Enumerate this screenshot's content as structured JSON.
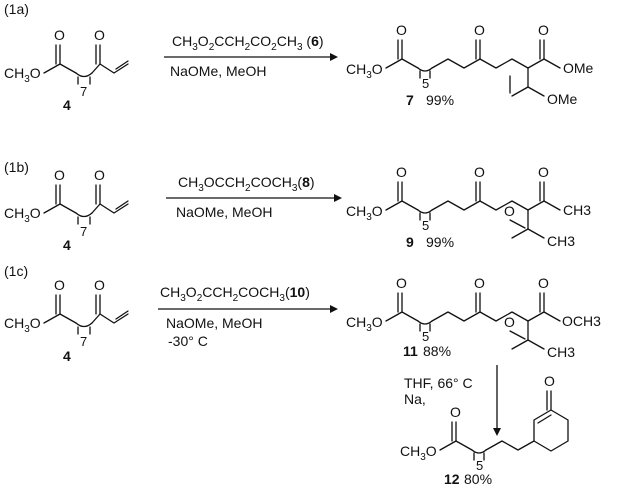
{
  "schemes": [
    {
      "tag": "(1a)",
      "reactant": {
        "number": "4",
        "ome": "CH3O",
        "n": "7"
      },
      "reagent_main": [
        "CH",
        "3",
        "O",
        "2",
        "CCH",
        "2",
        "CO",
        "2",
        "CH",
        "3",
        " (",
        "6",
        ")"
      ],
      "reagent_line2": "NaOMe, MeOH",
      "product": {
        "number": "7",
        "yield": "99%",
        "ome": "CH3O",
        "n": "5",
        "right1": "OMe",
        "right2": "OMe"
      }
    },
    {
      "tag": "(1b)",
      "reactant": {
        "number": "4",
        "ome": "CH3O",
        "n": "7"
      },
      "reagent_main": [
        "CH",
        "3",
        "OCCH",
        "2",
        "COCH",
        "3",
        "(",
        "8",
        ")"
      ],
      "reagent_line2": "NaOMe, MeOH",
      "product": {
        "number": "9",
        "yield": "99%",
        "ome": "CH3O",
        "n": "5",
        "right1": "CH3",
        "right2": "CH3"
      }
    },
    {
      "tag": "(1c)",
      "reactant": {
        "number": "4",
        "ome": "CH3O",
        "n": "7"
      },
      "reagent_main": [
        "CH",
        "3",
        "O",
        "2",
        "CCH",
        "2",
        "COCH",
        "3",
        "(",
        "10",
        ")"
      ],
      "reagent_line2": "NaOMe, MeOH",
      "reagent_line3": "-30° C",
      "product": {
        "number": "11",
        "yield": "88%",
        "ome": "CH3O",
        "n": "5",
        "right1": "OCH3",
        "right2": "CH3"
      }
    }
  ],
  "cyclization": {
    "line1": "THF, 66° C",
    "line2": "Na,",
    "product": {
      "number": "12",
      "yield": "80%",
      "ome": "CH3O",
      "n": "5"
    }
  },
  "atom_O": "O"
}
